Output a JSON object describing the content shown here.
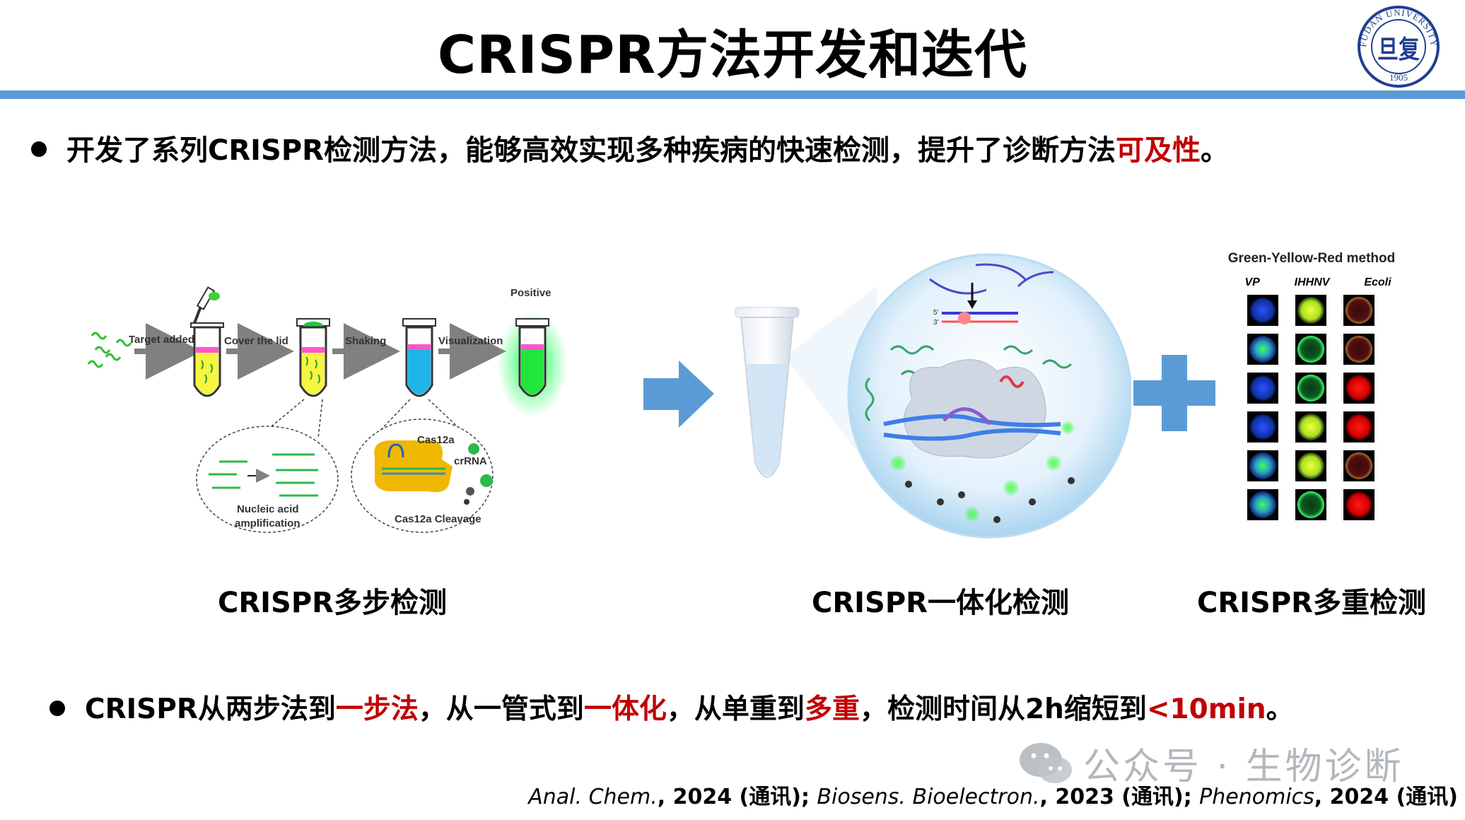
{
  "slide": {
    "title": "CRISPR方法开发和迭代",
    "logo": {
      "text_top": "FUDAN UNIVERSITY",
      "year": "1905",
      "seal_char": "旦复"
    },
    "bullet1": {
      "text": "开发了系列CRISPR检测方法，能够高效实现多种疾病的快速检测，提升了诊断方法",
      "highlight": "可及性",
      "end": "。"
    },
    "panels": {
      "multistep": {
        "caption": "CRISPR多步检测",
        "labels": {
          "target_added": "Target added",
          "cover_lid": "Cover the lid",
          "shaking": "Shaking",
          "visualization": "Visualization",
          "positive": "Positive",
          "nucleic_acid": "Nucleic acid",
          "amplification": "amplification",
          "cas12a": "Cas12a",
          "crrna": "crRNA",
          "cleavage": "Cas12a Cleavage"
        }
      },
      "integrated": {
        "caption": "CRISPR一体化检测",
        "strand5": "5'",
        "strand3": "3'"
      },
      "multiplex": {
        "caption": "CRISPR多重检测",
        "method_title": "Green-Yellow-Red method",
        "columns": [
          "VP",
          "IHHNV",
          "Ecoli"
        ]
      }
    },
    "bullet2": {
      "parts": [
        {
          "text": "CRISPR从两步法到",
          "hl": false
        },
        {
          "text": "一步法",
          "hl": true
        },
        {
          "text": "，从一管式到",
          "hl": false
        },
        {
          "text": "一体化",
          "hl": true
        },
        {
          "text": "，从单重到",
          "hl": false
        },
        {
          "text": "多重",
          "hl": true
        },
        {
          "text": "，检测时间从2h缩短到",
          "hl": false
        },
        {
          "text": "<10min",
          "hl": true
        },
        {
          "text": "。",
          "hl": false
        }
      ]
    },
    "watermark": "公众号 · 生物诊断",
    "citation": {
      "j1": "Anal. Chem.",
      "y1": ", 2024 ",
      "n1": "(通讯)",
      "s1": "; ",
      "j2": "Biosens. Bioelectron.",
      "y2": ", 2023 ",
      "n2": "(通讯)",
      "s2": "; ",
      "j3": "Phenomics",
      "y3": ", 2024 ",
      "n3": "(通讯)"
    },
    "colors": {
      "accent_blue": "#5b9bd5",
      "highlight_red": "#c00000"
    }
  }
}
